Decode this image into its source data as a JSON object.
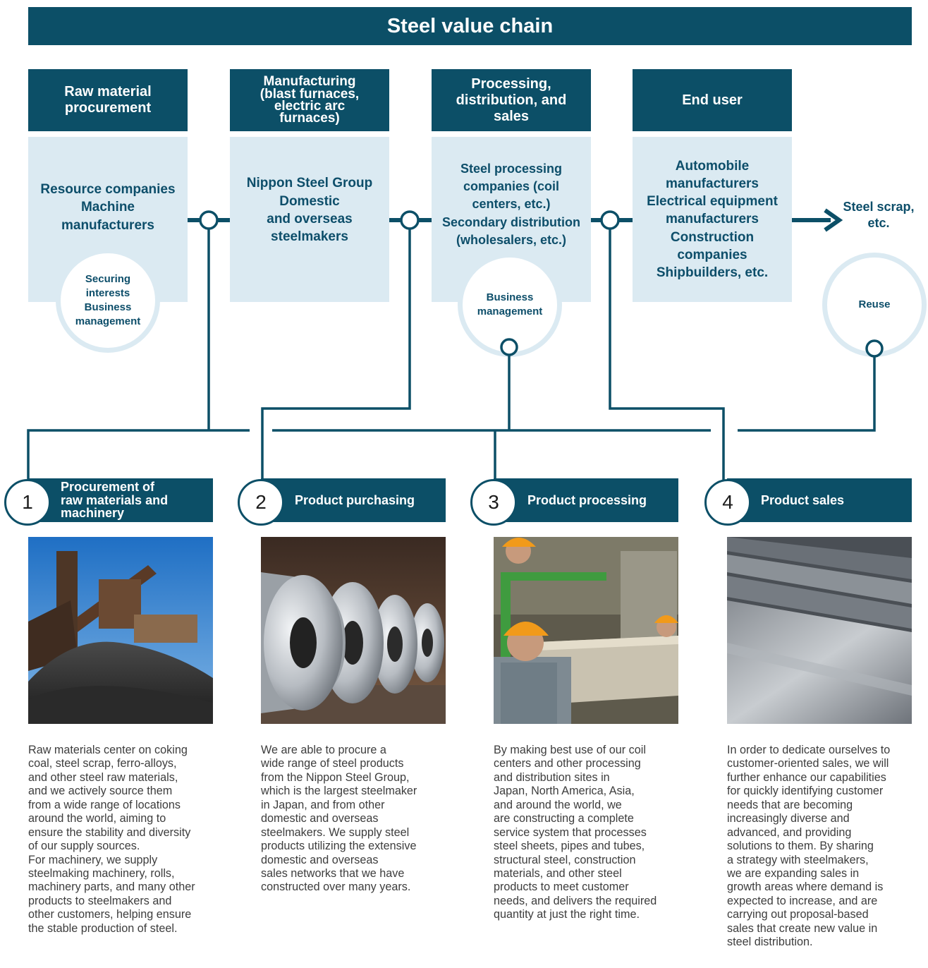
{
  "title": "Steel value chain",
  "stages": [
    {
      "heading": [
        "Raw material",
        "procurement"
      ],
      "body": [
        "Resource companies",
        "Machine",
        "manufacturers"
      ],
      "bubble": [
        "Securing",
        "interests",
        "Business",
        "management"
      ]
    },
    {
      "heading": [
        "Manufacturing",
        "(blast furnaces,",
        "electric arc",
        "furnaces)"
      ],
      "body": [
        "Nippon Steel Group",
        "Domestic",
        "and overseas",
        "steelmakers"
      ]
    },
    {
      "heading": [
        "Processing,",
        "distribution, and",
        "sales"
      ],
      "body": [
        "Steel processing",
        "companies (coil",
        "centers, etc.)",
        "Secondary distribution",
        "(wholesalers, etc.)"
      ],
      "bubble": [
        "Business",
        "management"
      ]
    },
    {
      "heading": [
        "End user"
      ],
      "body": [
        "Automobile",
        "manufacturers",
        "Electrical equipment",
        "manufacturers",
        "Construction",
        "companies",
        "Shipbuilders, etc."
      ]
    }
  ],
  "end_label": [
    "Steel scrap,",
    "etc."
  ],
  "reuse_bubble": "Reuse",
  "processes": [
    {
      "number": "1",
      "title": [
        "Procurement of",
        "raw materials and",
        "machinery"
      ],
      "photo": "coal-pile-conveyor-photo",
      "description": [
        "Raw materials center on coking",
        "coal, steel scrap, ferro-alloys,",
        "and other steel raw materials,",
        "and we actively source them",
        "from a wide range of locations",
        "around the world, aiming to",
        "ensure the stability and diversity",
        "of our supply sources.",
        "For machinery, we supply",
        "steelmaking machinery, rolls,",
        "machinery parts, and many other",
        "products to steelmakers and",
        "other customers, helping ensure",
        "the stable production of steel."
      ]
    },
    {
      "number": "2",
      "title": [
        "Product purchasing"
      ],
      "photo": "steel-coils-photo",
      "description": [
        "We are able to procure a",
        "wide range of steel products",
        "from the Nippon Steel Group,",
        "which is the largest steelmaker",
        "in Japan, and from other",
        "domestic and overseas",
        "steelmakers. We supply steel",
        "products utilizing the extensive",
        "domestic and overseas",
        "sales networks that we have",
        "constructed over many years."
      ]
    },
    {
      "number": "3",
      "title": [
        "Product processing"
      ],
      "photo": "workers-processing-steel-photo",
      "description": [
        "By making best use of our coil",
        "centers and other processing",
        "and distribution sites in",
        "Japan, North America, Asia,",
        "and around the world, we",
        "are constructing a complete",
        "service system that processes",
        "steel sheets, pipes and tubes,",
        "structural steel, construction",
        "materials, and other steel",
        "products to meet customer",
        "needs, and delivers the required",
        "quantity at just the right time."
      ]
    },
    {
      "number": "4",
      "title": [
        "Product sales"
      ],
      "photo": "steel-sheets-photo",
      "description": [
        "In order to dedicate ourselves to",
        "customer-oriented sales, we will",
        "further enhance our capabilities",
        "for quickly identifying customer",
        "needs that are becoming",
        "increasingly diverse and",
        "advanced, and providing",
        "solutions to them. By sharing",
        "a strategy with steelmakers,",
        "we are expanding sales in",
        "growth areas where demand is",
        "expected to increase, and are",
        "carrying out proposal-based",
        "sales that create new value in",
        "steel distribution."
      ]
    }
  ],
  "colors": {
    "navy": "#0c4f67",
    "light_blue": "#dbeaf2",
    "text": "#3d3d3d"
  }
}
